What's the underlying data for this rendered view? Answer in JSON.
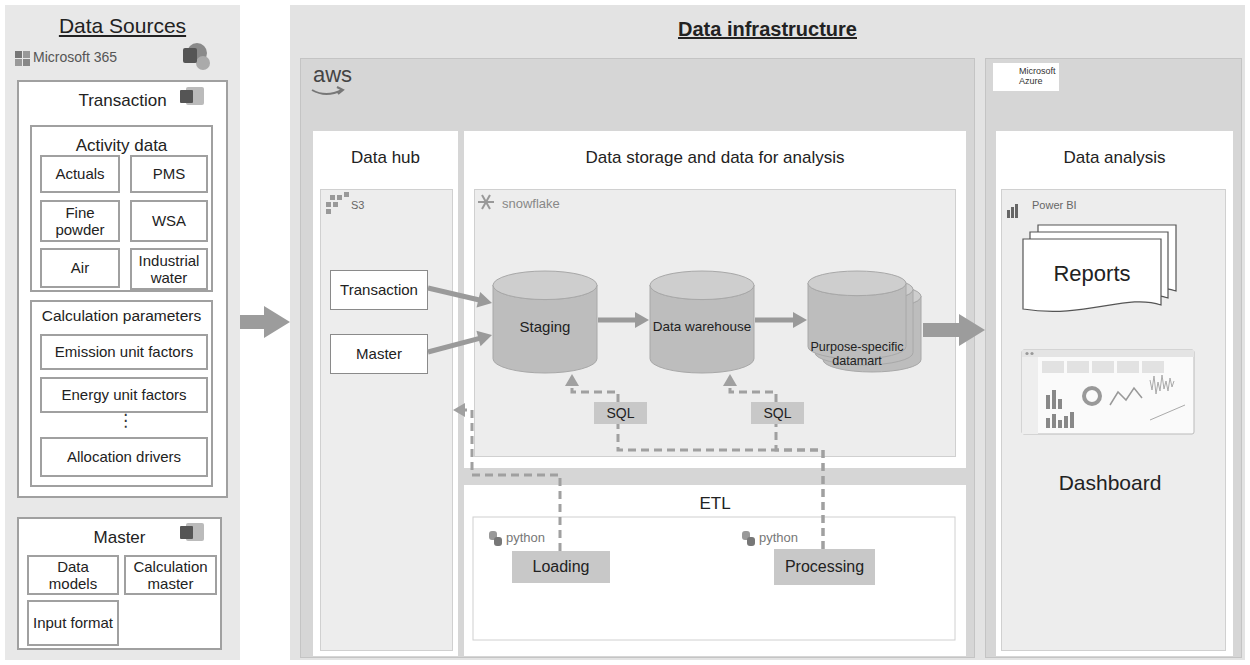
{
  "diagram": {
    "nodes": [
      {
        "text": [
          "Data Sources"
        ]
      },
      {
        "text": [
          "Transaction"
        ],
        "in": 0
      },
      {
        "text": [
          "Activity data"
        ],
        "in": 1
      },
      {
        "text": [
          "Actuals"
        ],
        "in": 2
      },
      {
        "text": [
          "PMS"
        ],
        "in": 2
      },
      {
        "text": [
          "Fine powder"
        ],
        "in": 2
      },
      {
        "text": [
          "WSA"
        ],
        "in": 2
      },
      {
        "text": [
          "Air"
        ],
        "in": 2
      },
      {
        "text": [
          "Industrial water"
        ],
        "in": 2
      },
      {
        "text": [
          "Calculation parameters"
        ],
        "in": 1
      },
      {
        "text": [
          "Emission unit factors"
        ],
        "in": 9
      },
      {
        "text": [
          "Energy unit factors"
        ],
        "in": 9
      },
      {
        "text": [
          "Allocation drivers"
        ],
        "in": 9
      },
      {
        "text": [
          "Master"
        ],
        "in": 0
      },
      {
        "text": [
          "Data models"
        ],
        "in": 13
      },
      {
        "text": [
          "Calculation master"
        ],
        "in": 13
      },
      {
        "text": [
          "Input format"
        ],
        "in": 13
      },
      {
        "text": [
          "Data infrastructure"
        ]
      },
      {
        "text": [
          "aws"
        ],
        "in": 17
      },
      {
        "text": [
          "Data hub"
        ],
        "in": 18
      },
      {
        "text": [
          "S3"
        ],
        "in": 19
      },
      {
        "text": [
          "Transaction"
        ],
        "in": 20
      },
      {
        "text": [
          "Master"
        ],
        "in": 20
      },
      {
        "text": [
          "Data storage and data for analysis"
        ],
        "in": 18
      },
      {
        "text": [
          "snowflake"
        ],
        "in": 23
      },
      {
        "text": [
          "Staging"
        ],
        "in": 24
      },
      {
        "text": [
          "Data warehouse"
        ],
        "in": 24
      },
      {
        "text": [
          "Purpose-specific datamart"
        ],
        "in": 24
      },
      {
        "text": [
          "SQL"
        ],
        "in": 24
      },
      {
        "text": [
          "SQL"
        ],
        "in": 24
      },
      {
        "text": [
          "ETL"
        ],
        "in": 18
      },
      {
        "text": [
          "Loading"
        ],
        "in": 30
      },
      {
        "text": [
          "Processing"
        ],
        "in": 30
      },
      {
        "text": [
          "Microsoft Azure"
        ],
        "in": 17
      },
      {
        "text": [
          "Data analysis"
        ],
        "in": 33
      },
      {
        "text": [
          "Power BI"
        ],
        "in": 34
      },
      {
        "text": [
          "Reports"
        ],
        "in": 35
      },
      {
        "text": [
          "Dashboard"
        ],
        "in": 35
      }
    ],
    "edges": [
      {
        "from": 0,
        "to": 17,
        "arrow": "to"
      },
      {
        "from": 21,
        "to": 25,
        "arrow": "to"
      },
      {
        "from": 22,
        "to": 25,
        "arrow": "to"
      },
      {
        "from": 25,
        "to": 26,
        "arrow": "to"
      },
      {
        "from": 26,
        "to": 27,
        "arrow": "to"
      },
      {
        "from": 27,
        "to": 33,
        "arrow": "to"
      },
      {
        "from": 31,
        "to": 20,
        "arrow": "to"
      },
      {
        "from": 32,
        "to": 28,
        "arrow": "none"
      },
      {
        "from": 32,
        "to": 29,
        "arrow": "none"
      },
      {
        "from": 28,
        "to": 25,
        "arrow": "to"
      },
      {
        "from": 29,
        "to": 26,
        "arrow": "to"
      }
    ],
    "labels": [
      "Microsoft 365",
      "⋮",
      "python",
      "python"
    ]
  }
}
